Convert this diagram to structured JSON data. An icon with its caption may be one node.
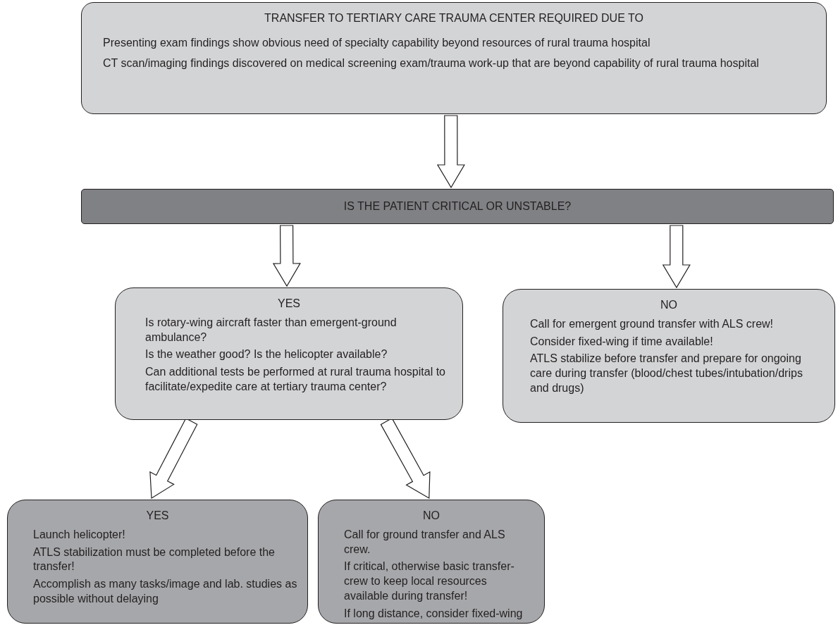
{
  "diagram": {
    "nodes": [
      {
        "text": [
          "TRANSFER TO TERTIARY CARE TRAUMA CENTER REQUIRED DUE TO",
          "Presenting exam findings show obvious need of specialty capability beyond resources of rural trauma hospital",
          "CT scan/imaging findings discovered on medical screening exam/trauma work-up that are beyond capability of rural trauma hospital"
        ]
      },
      {
        "text": [
          "IS THE PATIENT CRITICAL OR UNSTABLE?"
        ]
      },
      {
        "text": [
          "YES",
          "Is rotary-wing aircraft faster than emergent-ground ambulance?",
          "Is the weather good? Is the helicopter available?",
          "Can additional tests be performed at rural trauma hospital to facilitate/expedite care at tertiary trauma center?"
        ]
      },
      {
        "text": [
          "NO",
          "Call for emergent ground transfer with ALS crew!",
          "Consider fixed-wing if time available!",
          "ATLS stabilize before transfer and prepare for ongoing care during transfer (blood/chest tubes/intubation/drips and drugs)"
        ]
      },
      {
        "text": [
          "YES",
          "Launch helicopter!",
          "ATLS stabilization must be completed before the transfer!",
          "Accomplish as many tasks/image and lab. studies as possible without delaying"
        ]
      },
      {
        "text": [
          "NO",
          "Call for ground transfer and ALS crew.",
          "If critical, otherwise basic transfer-crew to keep local resources available during transfer!",
          "If long distance, consider fixed-wing"
        ]
      }
    ],
    "edges": [
      {
        "from": 0,
        "to": 1,
        "arrow": "to"
      },
      {
        "from": 1,
        "to": 2,
        "arrow": "to"
      },
      {
        "from": 1,
        "to": 3,
        "arrow": "to"
      },
      {
        "from": 2,
        "to": 4,
        "arrow": "to"
      },
      {
        "from": 2,
        "to": 5,
        "arrow": "to"
      }
    ]
  }
}
